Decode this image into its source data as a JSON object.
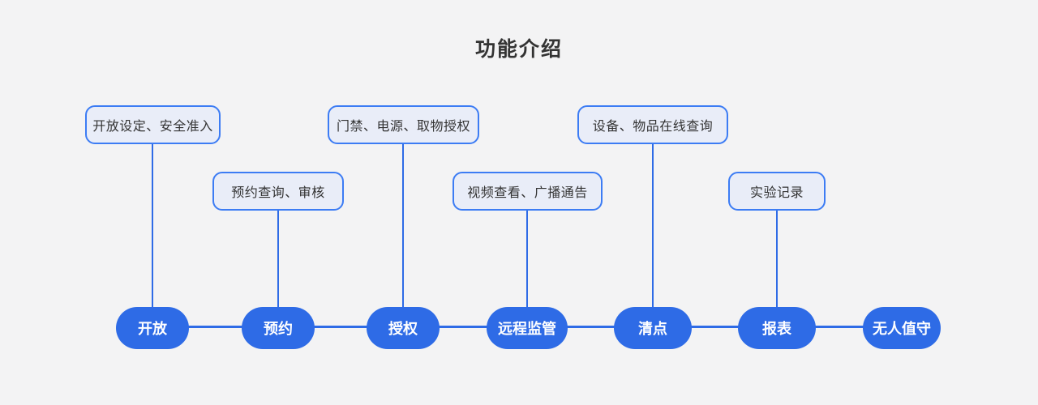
{
  "title": "功能介绍",
  "colors": {
    "background": "#F3F3F4",
    "node_blue": "#2E6BE6",
    "box_border": "#3C7CF4",
    "box_fill": "#E9EDF8",
    "box_text": "#333333",
    "pill_text": "#FFFFFF"
  },
  "diagram": {
    "feature_boxes": [
      "开放设定、安全准入",
      "预约查询、审核",
      "门禁、电源、取物授权",
      "视频查看、广播通告",
      "设备、物品在线查询",
      "实验记录"
    ],
    "stage_pills": [
      "开放",
      "预约",
      "授权",
      "远程监管",
      "清点",
      "报表",
      "无人值守"
    ]
  }
}
